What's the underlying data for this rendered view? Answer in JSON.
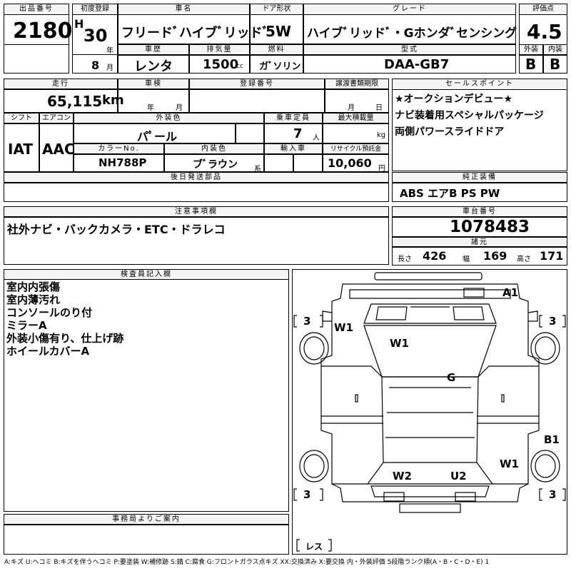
{
  "lot": {
    "label": "出品番号",
    "value": "2180"
  },
  "first_reg": {
    "label": "初度登録",
    "era": "H",
    "year": "30",
    "year_unit": "年",
    "month": "8",
    "month_unit": "月"
  },
  "car_name": {
    "label": "車名",
    "value": "フリードﾞハイブﾞリッドﾞ"
  },
  "door": {
    "label": "ドア形状",
    "value": "5W"
  },
  "grade": {
    "label": "グレード",
    "value": "ハイブﾞリッドﾞ・Gホンダﾞセンシング"
  },
  "score": {
    "label": "評価点",
    "value": "4.5",
    "ext_label": "外装",
    "int_label": "内装",
    "ext": "B",
    "int": "B"
  },
  "history": {
    "label": "車歴",
    "value": "レンタ"
  },
  "displacement": {
    "label": "排気量",
    "value": "1500",
    "unit": "cc"
  },
  "fuel": {
    "label": "燃料",
    "value": "ガﾞソリン"
  },
  "model": {
    "label": "型式",
    "value": "DAA-GB7"
  },
  "mileage": {
    "label": "走行",
    "value": "65,115",
    "unit": "km"
  },
  "inspection": {
    "label": "車検",
    "year_unit": "年",
    "month_unit": "月"
  },
  "registration": {
    "label": "登録番号"
  },
  "transfer_deadline": {
    "label": "譲渡書類期限",
    "month_unit": "月",
    "day_unit": "日"
  },
  "shift": {
    "label": "シフト",
    "value": "IAT"
  },
  "ac": {
    "label": "エアコン",
    "value": "AAC"
  },
  "exterior_color": {
    "label": "外装色",
    "value": "パﾟール"
  },
  "capacity": {
    "label": "乗車定員",
    "value": "7",
    "unit": "人"
  },
  "max_load": {
    "label": "最大積載量",
    "unit": "kg"
  },
  "color_no": {
    "label": "カラーNo.",
    "value": "NH788P"
  },
  "interior_color": {
    "label": "内装色",
    "value": "ブﾞラウン",
    "suffix": "系"
  },
  "import": {
    "label": "輸入車"
  },
  "recycle": {
    "label": "リサイクル預託金",
    "value": "10,060",
    "unit": "円"
  },
  "later_parts": {
    "label": "後日発送部品"
  },
  "sales_points": {
    "label": "セールスポイント",
    "lines": [
      "★オークションデビュー★",
      "ナビ装着用スペシャルパッケージ",
      "両側パワースライドドア"
    ]
  },
  "equipment": {
    "label": "純正装備",
    "value": "ABS エアB PS PW"
  },
  "caution": {
    "label": "注意事項欄",
    "value": "社外ナビ・バックカメラ・ETC・ドラレコ"
  },
  "chassis": {
    "label": "車台番号",
    "value": "1078483"
  },
  "dimensions": {
    "label": "諸元",
    "length_label": "長さ",
    "length": "426",
    "width_label": "幅",
    "width": "169",
    "height_label": "高さ",
    "height": "171"
  },
  "inspector": {
    "label": "検査員記入欄",
    "lines": [
      "室内内張傷",
      "室内薄汚れ",
      "コンソールのり付",
      "ミラーA",
      "外装小傷有り、仕上げ跡",
      "ホイールカバーA"
    ]
  },
  "office": {
    "label": "事務局よりご案内"
  },
  "diagram": {
    "marks": {
      "a1": "A1",
      "w1_left": "W1",
      "w1_center": "W1",
      "g": "G",
      "b1": "B1",
      "w1_right": "W1",
      "w2": "W2",
      "u2": "U2"
    },
    "tires": {
      "fl": "3",
      "fr": "3",
      "rl": "3",
      "rr": "3",
      "spare": "レス"
    }
  },
  "legend": "A:キズ U:ヘコミ B:キズを伴うヘコミ P:要塗装 W:補修跡 S:錆 C:腐食 G:フロントガラス点キズ XX:交換済み X:要交換 内・外装評価 5段階ランク順(A・B・C・D・E) 1"
}
